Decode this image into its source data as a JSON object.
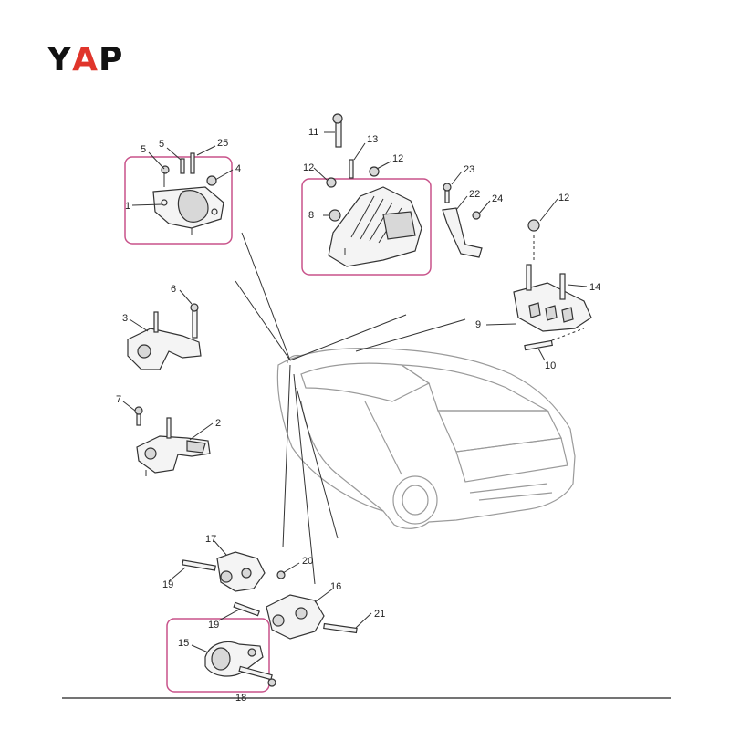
{
  "brand": {
    "logo_text": "YAP",
    "letter_colors": [
      "#111111",
      "#e0352b",
      "#111111"
    ]
  },
  "highlight_color": "#c8528a",
  "callouts": [
    "1",
    "2",
    "3",
    "4",
    "5",
    "5",
    "6",
    "7",
    "8",
    "9",
    "10",
    "11",
    "12",
    "12",
    "12",
    "13",
    "14",
    "15",
    "16",
    "17",
    "18",
    "19",
    "19",
    "20",
    "21",
    "22",
    "23",
    "24",
    "25"
  ]
}
